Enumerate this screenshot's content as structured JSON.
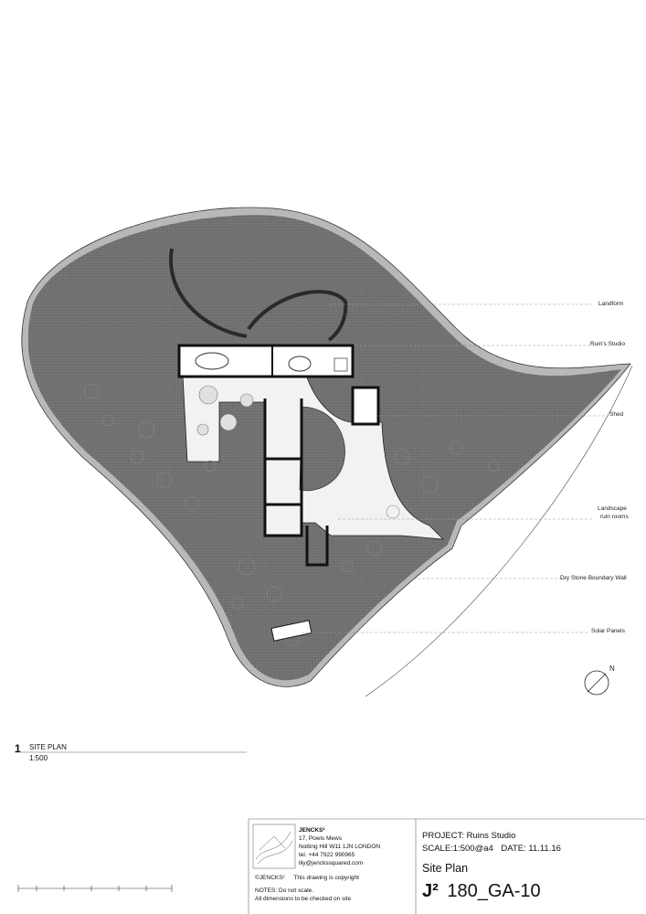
{
  "callouts": [
    {
      "id": "landform",
      "text": "Landform"
    },
    {
      "id": "ruins-studio",
      "text": "Ruin's Studio"
    },
    {
      "id": "shed",
      "text": "Shed"
    },
    {
      "id": "landscape-ruin-rooms-1",
      "text": "Landscape"
    },
    {
      "id": "landscape-ruin-rooms-2",
      "text": "ruin rooms"
    },
    {
      "id": "dry-stone-wall",
      "text": "Dry Stone Boundary Wall"
    },
    {
      "id": "solar-panels",
      "text": "Solar Panels"
    }
  ],
  "north_label": "N",
  "drawing_title": {
    "number": "1",
    "name": "SITE PLAN",
    "scale": "1:500"
  },
  "title_block": {
    "firm_name": "JENCKS²",
    "address_line1": "17, Powis Mews",
    "address_line2": "Notting Hill   W11 1JN   LONDON",
    "tel": "tel. +44 7922 990965",
    "email": "lily@jenckssquared.com",
    "copyright_mark": "©JENCKS²",
    "copyright_text": "This drawing is copyright",
    "notes_line1": "NOTES: Do not scale.",
    "notes_line2": "All dimensions to be checked on site",
    "project_label": "PROJECT:",
    "project_value": "Ruins Studio",
    "scale_label": "SCALE:",
    "scale_value": "1:500@a4",
    "date_label": "DATE:",
    "date_value": "11.11.16",
    "sheet_title": "Site Plan",
    "logo_text": "J²",
    "drawing_number": "180_GA-10"
  },
  "colors": {
    "site_fill": "#6f6f6f",
    "courtyard_fill": "#f2f2f2",
    "line": "#222222"
  }
}
